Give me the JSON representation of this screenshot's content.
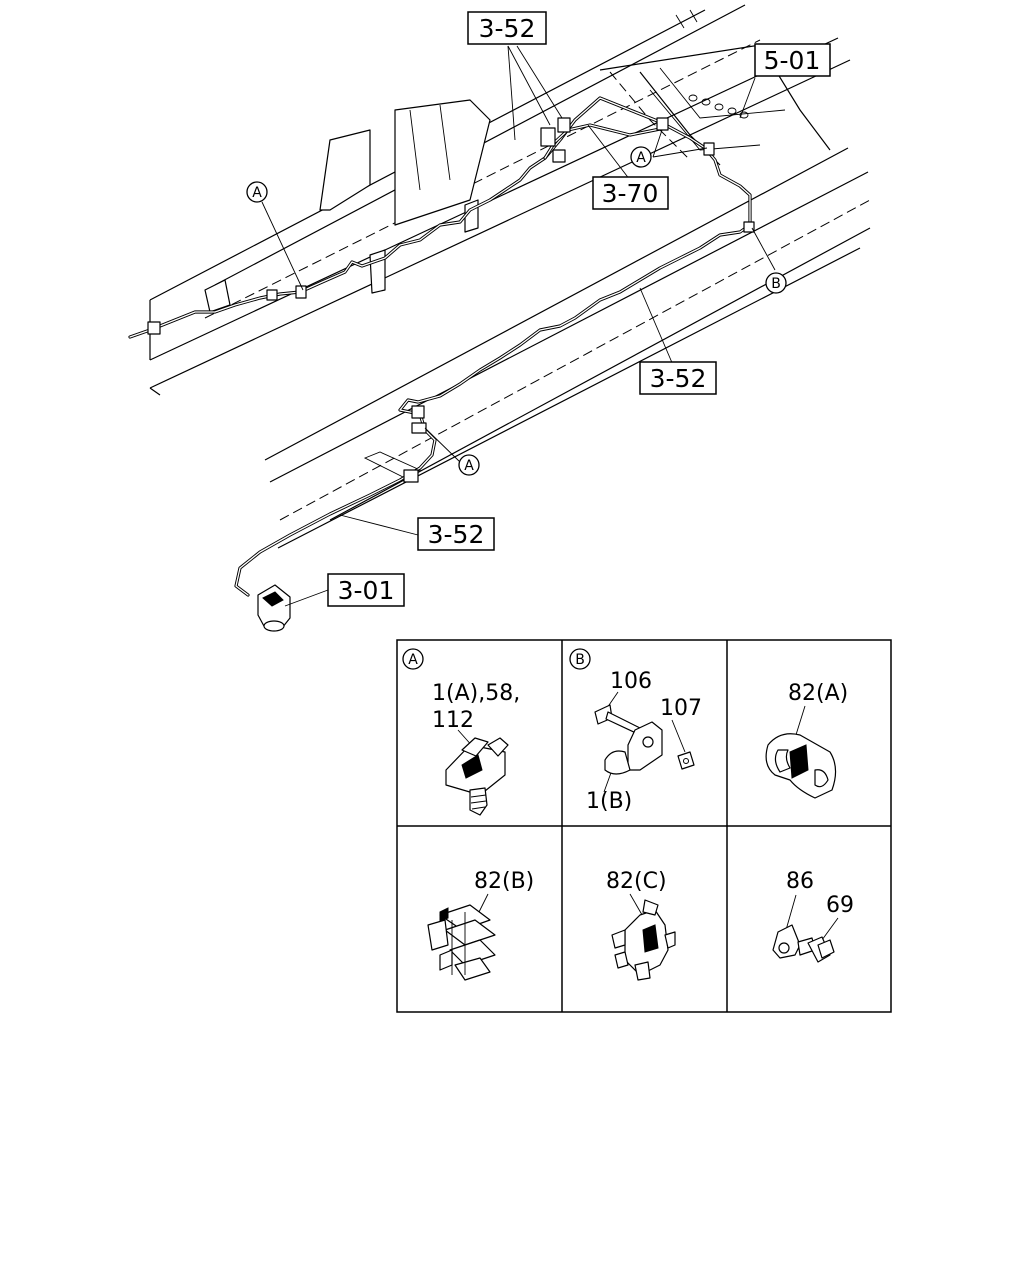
{
  "refs": {
    "r1": "3-52",
    "r2": "5-01",
    "r3": "3-70",
    "r4": "3-52",
    "r5": "3-52",
    "r6": "3-01"
  },
  "markers": {
    "a1": "A",
    "a2": "A",
    "a3": "A",
    "b1": "B"
  },
  "detail_table": {
    "cells": [
      {
        "marker": "A",
        "lines": [
          "1(A),58,",
          "112"
        ]
      },
      {
        "marker": "B",
        "labels": [
          "106",
          "107",
          "1(B)"
        ]
      },
      {
        "marker": "",
        "labels": [
          "82(A)"
        ]
      },
      {
        "marker": "",
        "labels": [
          "82(B)"
        ]
      },
      {
        "marker": "",
        "labels": [
          "82(C)"
        ]
      },
      {
        "marker": "",
        "labels": [
          "86",
          "69"
        ]
      }
    ]
  }
}
